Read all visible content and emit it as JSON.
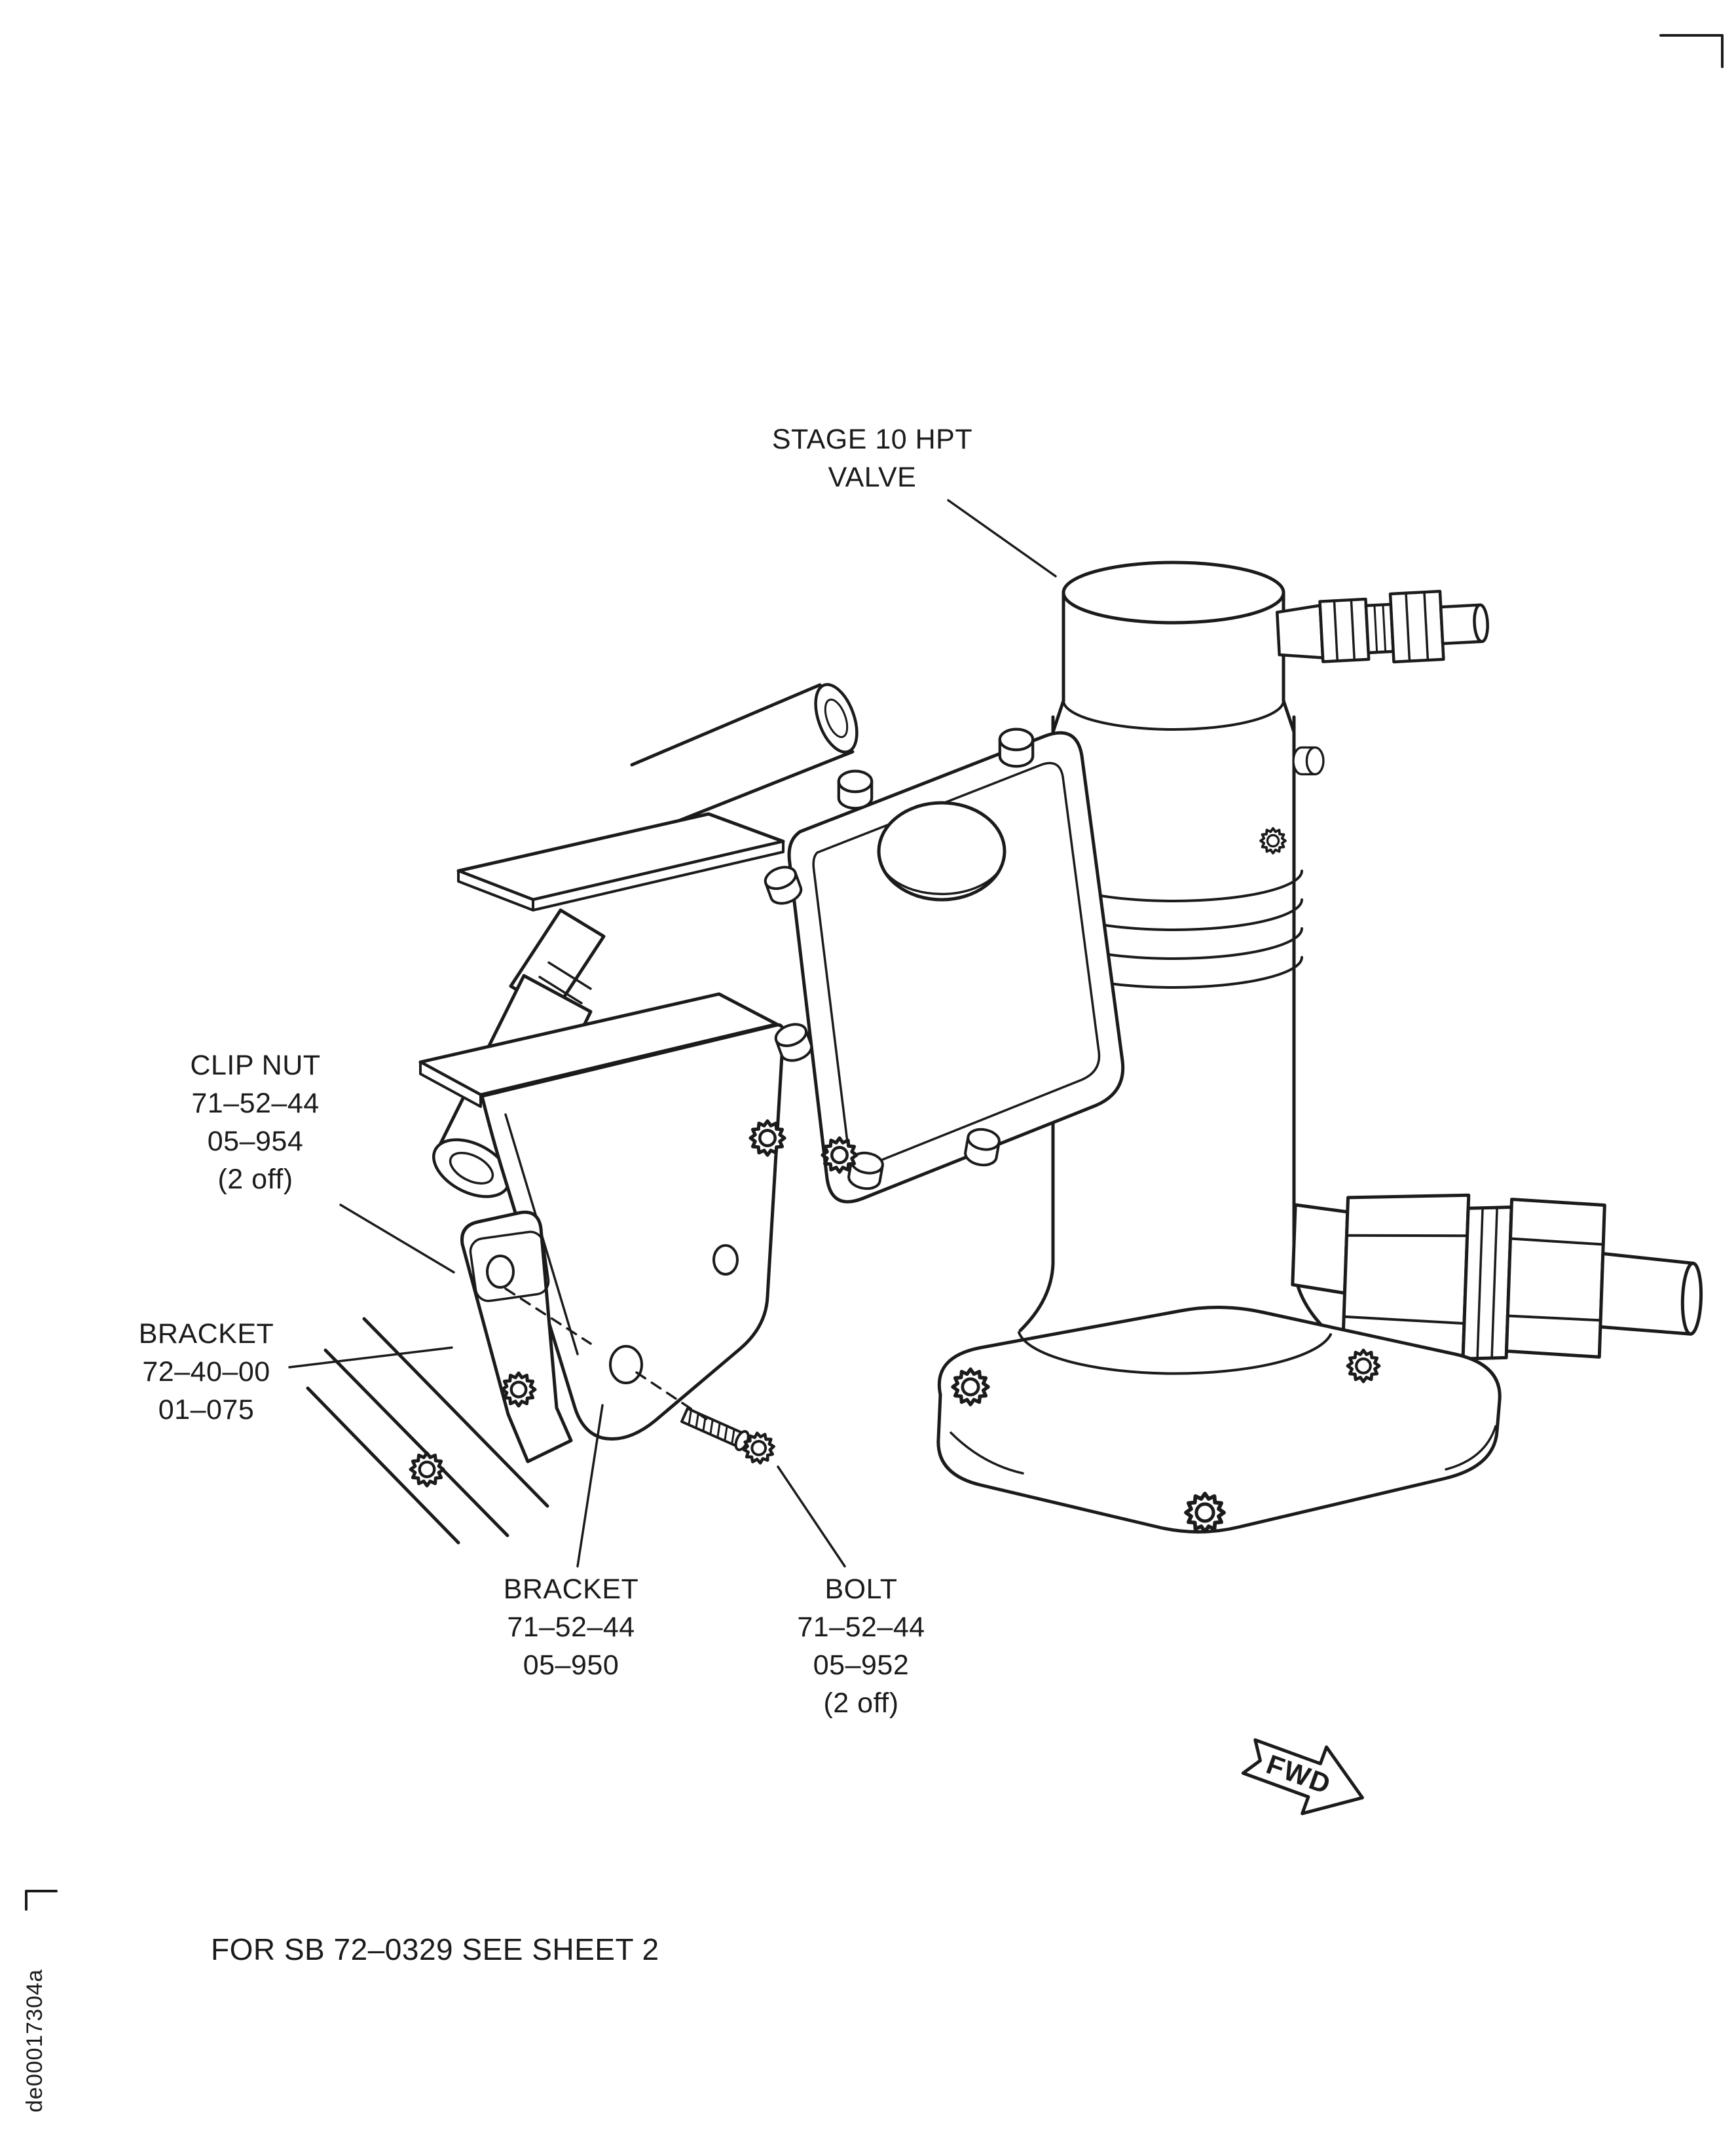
{
  "labels": {
    "valve": [
      "STAGE 10 HPT",
      "VALVE"
    ],
    "clip_nut": [
      "CLIP NUT",
      "71–52–44",
      "05–954",
      "(2 off)"
    ],
    "bracket_upper": [
      "BRACKET",
      "72–40–00",
      "01–075"
    ],
    "bracket_lower": [
      "BRACKET",
      "71–52–44",
      "05–950"
    ],
    "bolt": [
      "BOLT",
      "71–52–44",
      "05–952",
      "(2 off)"
    ],
    "fwd": "FWD",
    "footnote": "FOR SB 72–0329 SEE SHEET 2",
    "figure_code": "de00017304a"
  },
  "colors": {
    "line": "#1b1b1b",
    "background": "#ffffff"
  }
}
